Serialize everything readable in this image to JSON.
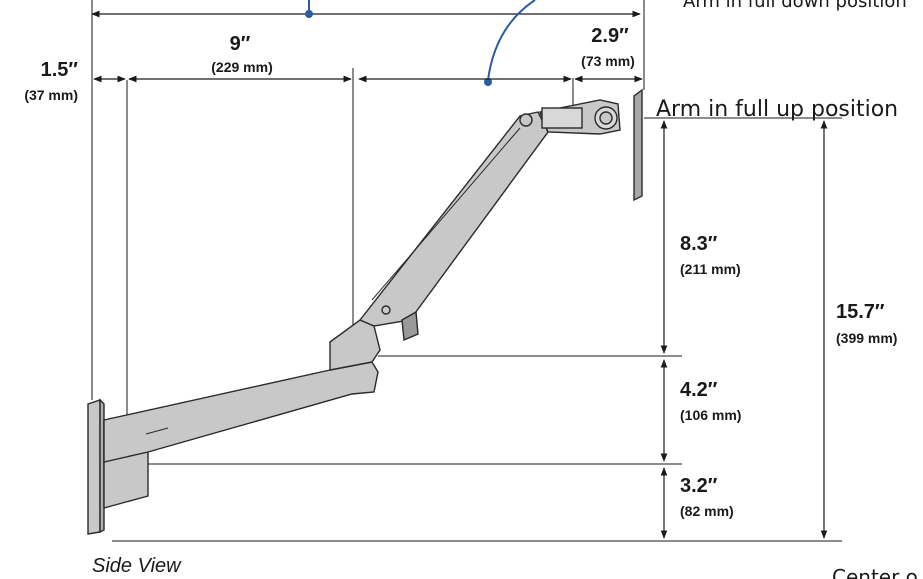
{
  "colors": {
    "line": "#1a1a1a",
    "arm_fill": "#c8c8c8",
    "arm_stroke": "#2a2a2a",
    "callout": "#2a5c9e"
  },
  "horizontal_dimensions": {
    "wall_offset": {
      "inches": "1.5″",
      "mm": "(37 mm)"
    },
    "lower_arm": {
      "inches": "9″",
      "mm": "(229 mm)"
    },
    "tilt_head": {
      "inches": "2.9″",
      "mm": "(73 mm)"
    }
  },
  "vertical_dimensions": {
    "upper_travel": {
      "inches": "8.3″",
      "mm": "(211 mm)"
    },
    "middle": {
      "inches": "4.2″",
      "mm": "(106 mm)"
    },
    "bottom": {
      "inches": "3.2″",
      "mm": "(82 mm)"
    },
    "total": {
      "inches": "15.7″",
      "mm": "(399 mm)"
    }
  },
  "labels": {
    "arm_down_position": "Arm in full down position",
    "arm_up_position": "Arm in full up position",
    "side_view": "Side View",
    "center_partial": "Center o"
  }
}
